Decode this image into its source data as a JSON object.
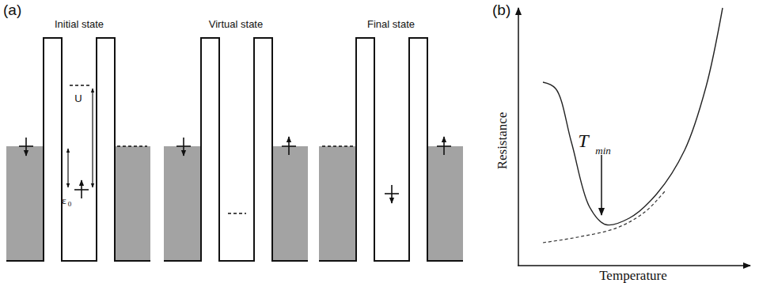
{
  "diagram": {
    "labels": [
      "(a)",
      "(b)",
      "Initial state",
      "Virtual state",
      "Final state",
      "U",
      "ε",
      "0",
      "Resistance",
      "Temperature",
      "T",
      "min"
    ]
  }
}
